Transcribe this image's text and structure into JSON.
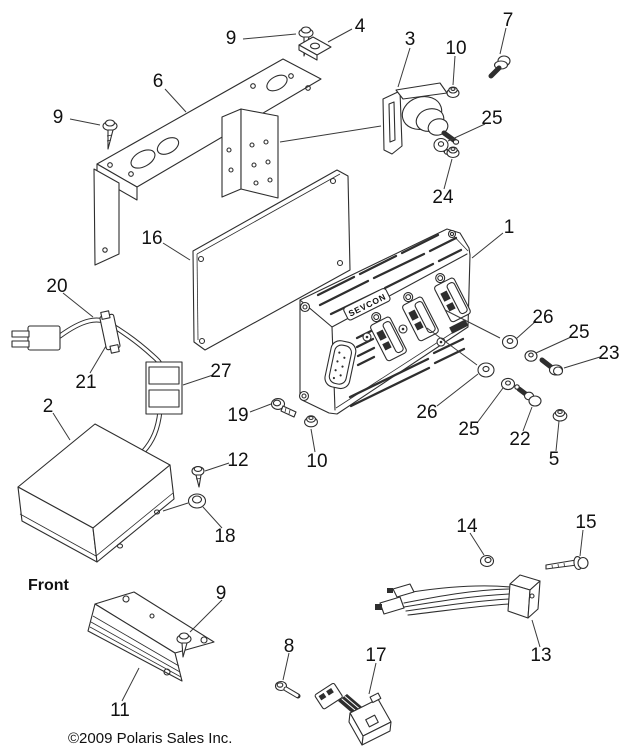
{
  "diagram": {
    "brand_badge": "SEVCON",
    "front_label": "Front",
    "copyright": "©2009 Polaris Sales Inc."
  },
  "callouts": [
    {
      "label": "9"
    },
    {
      "label": "4"
    },
    {
      "label": "7"
    },
    {
      "label": "3"
    },
    {
      "label": "10"
    },
    {
      "label": "25"
    },
    {
      "label": "24"
    },
    {
      "label": "1"
    },
    {
      "label": "6"
    },
    {
      "label": "9"
    },
    {
      "label": "16"
    },
    {
      "label": "20"
    },
    {
      "label": "21"
    },
    {
      "label": "27"
    },
    {
      "label": "2"
    },
    {
      "label": "19"
    },
    {
      "label": "10"
    },
    {
      "label": "12"
    },
    {
      "label": "18"
    },
    {
      "label": "26"
    },
    {
      "label": "25"
    },
    {
      "label": "23"
    },
    {
      "label": "26"
    },
    {
      "label": "25"
    },
    {
      "label": "22"
    },
    {
      "label": "5"
    },
    {
      "label": "14"
    },
    {
      "label": "15"
    },
    {
      "label": "13"
    },
    {
      "label": "9"
    },
    {
      "label": "11"
    },
    {
      "label": "8"
    },
    {
      "label": "17"
    }
  ]
}
